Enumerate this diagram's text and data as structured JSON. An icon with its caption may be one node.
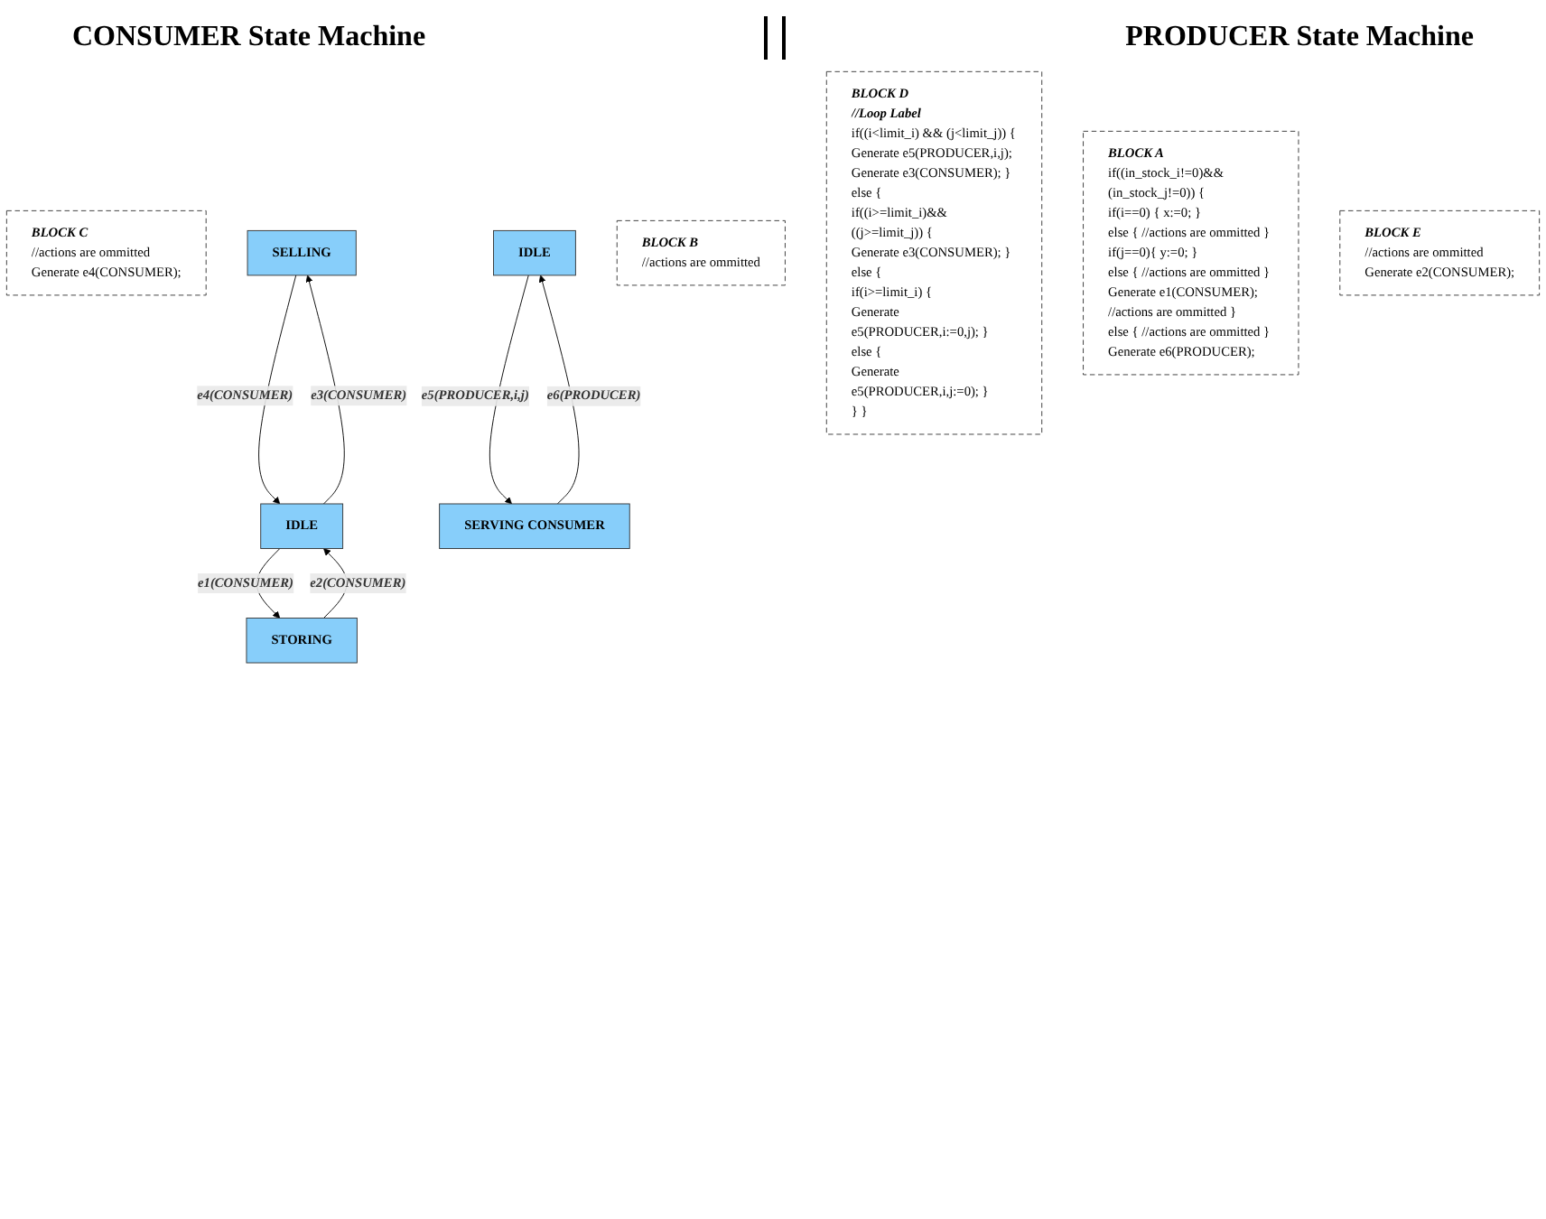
{
  "diagram": {
    "nodes": [
      {
        "text": [
          "BLOCK C",
          "//actions are ommitted",
          "Generate e4(CONSUMER);"
        ]
      },
      {
        "text": [
          "SELLING"
        ]
      },
      {
        "text": [
          "IDLE"
        ]
      },
      {
        "text": [
          "BLOCK B",
          "//actions are ommitted"
        ]
      },
      {
        "text": [
          "BLOCK D",
          "//Loop Label",
          "if((i<limit_i) && (j<limit_j)) {",
          "Generate e5(PRODUCER,i,j);",
          "Generate e3(CONSUMER); }",
          "else {",
          "if((i>=limit_i)&&((j>=limit_j)) {",
          "Generate e3(CONSUMER); }",
          "else {",
          "if(i>=limit_i) {",
          "Generate e5(PRODUCER,i:=0,j); }",
          "else {",
          "Generate e5(PRODUCER,i,j:=0); }",
          "} }"
        ]
      },
      {
        "text": [
          "IDLE"
        ]
      },
      {
        "text": [
          "SERVING CONSUMER"
        ]
      },
      {
        "text": [
          "BLOCK A",
          "if((in_stock_i!=0)&&(in_stock_j!=0)) {",
          "if(i==0) { x:=0; }",
          "else { //actions are ommitted }",
          "if(j==0){ y:=0; }",
          "else { //actions are ommitted }",
          "Generate e1(CONSUMER);",
          "//actions are ommitted }",
          "else { //actions are ommitted }",
          "Generate e6(PRODUCER);"
        ]
      },
      {
        "text": [
          "BLOCK E",
          "//actions are ommitted",
          "Generate e2(CONSUMER);"
        ]
      },
      {
        "text": [
          "STORING"
        ]
      }
    ],
    "edges": [
      {
        "from": 1,
        "to": 5,
        "arrow": "to",
        "label": "e4(CONSUMER)"
      },
      {
        "from": 5,
        "to": 1,
        "arrow": "to",
        "label": "e3(CONSUMER)"
      },
      {
        "from": 5,
        "to": 9,
        "arrow": "to",
        "label": "e1(CONSUMER)"
      },
      {
        "from": 9,
        "to": 5,
        "arrow": "to",
        "label": "e2(CONSUMER)"
      },
      {
        "from": 2,
        "to": 6,
        "arrow": "to",
        "label": "e5(PRODUCER,i,j)"
      },
      {
        "from": 6,
        "to": 2,
        "arrow": "to",
        "label": "e6(PRODUCER)"
      }
    ],
    "labels": [
      "CONSUMER State Machine",
      "PRODUCER State Machine"
    ]
  }
}
